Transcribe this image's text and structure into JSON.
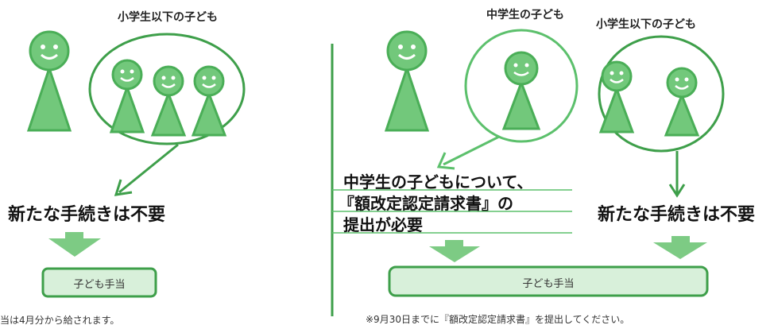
{
  "left": {
    "group_label": "小学生以下の子ども",
    "result_text": "新たな手続きは不要",
    "box_label": "子ども手当",
    "note": "当は4月分から給されます。"
  },
  "right": {
    "group_label_middle": "中学生の子ども",
    "group_label_elementary": "小学生以下の子ども",
    "procedure_lines": [
      "中学生の子どもについて、",
      "『額改定認定請求書』の",
      "提出が必要"
    ],
    "result_text": "新たな手続きは不要",
    "box_label": "子ども手当",
    "note": "※9月30日までに『額改定認定請求書』を提出してください。"
  },
  "colors": {
    "figure_green": "#72c87b",
    "figure_outline": "#4aae57",
    "circle_dark": "#3e9f4a",
    "circle_light": "#5cc06c",
    "arrow_fill": "#7dcb84",
    "box_fill": "#d8f0da",
    "box_border": "#3e9f4a",
    "divider": "#3e9f4a"
  }
}
